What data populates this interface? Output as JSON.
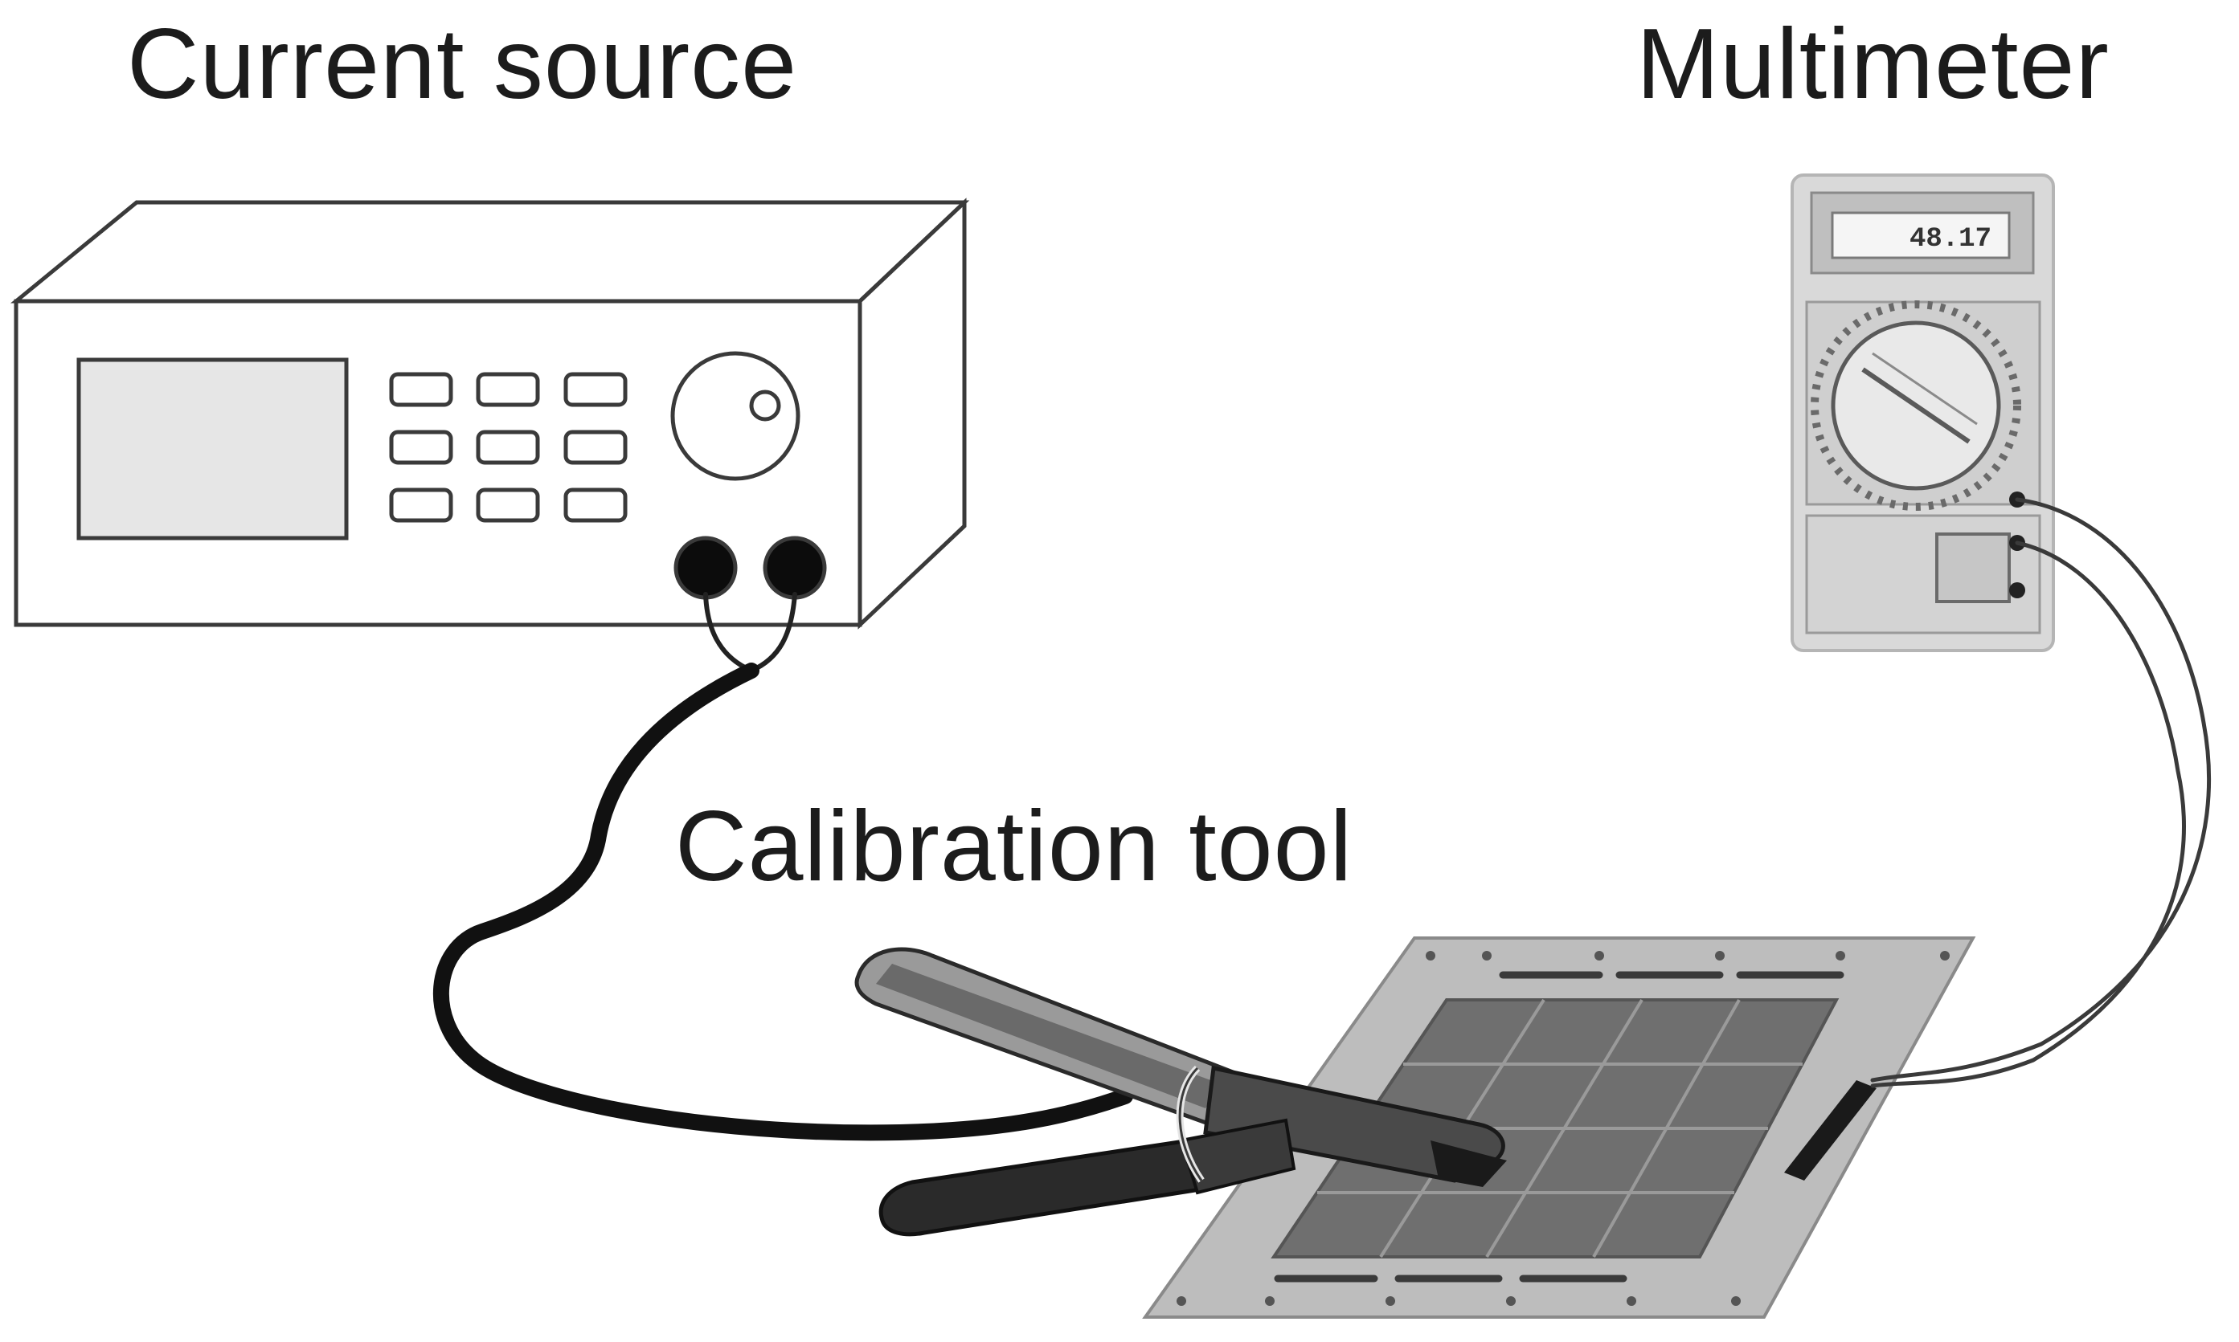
{
  "labels": {
    "current_source": "Current source",
    "multimeter": "Multimeter",
    "calibration_tool": "Calibration tool"
  },
  "multimeter": {
    "display_value": "48.17"
  },
  "colors": {
    "outline": "#3a3a3a",
    "meter_body": "#d9d9d9",
    "board_frame": "#bdbdbd",
    "board_grid": "#6f6f6f",
    "cable": "#111111"
  }
}
